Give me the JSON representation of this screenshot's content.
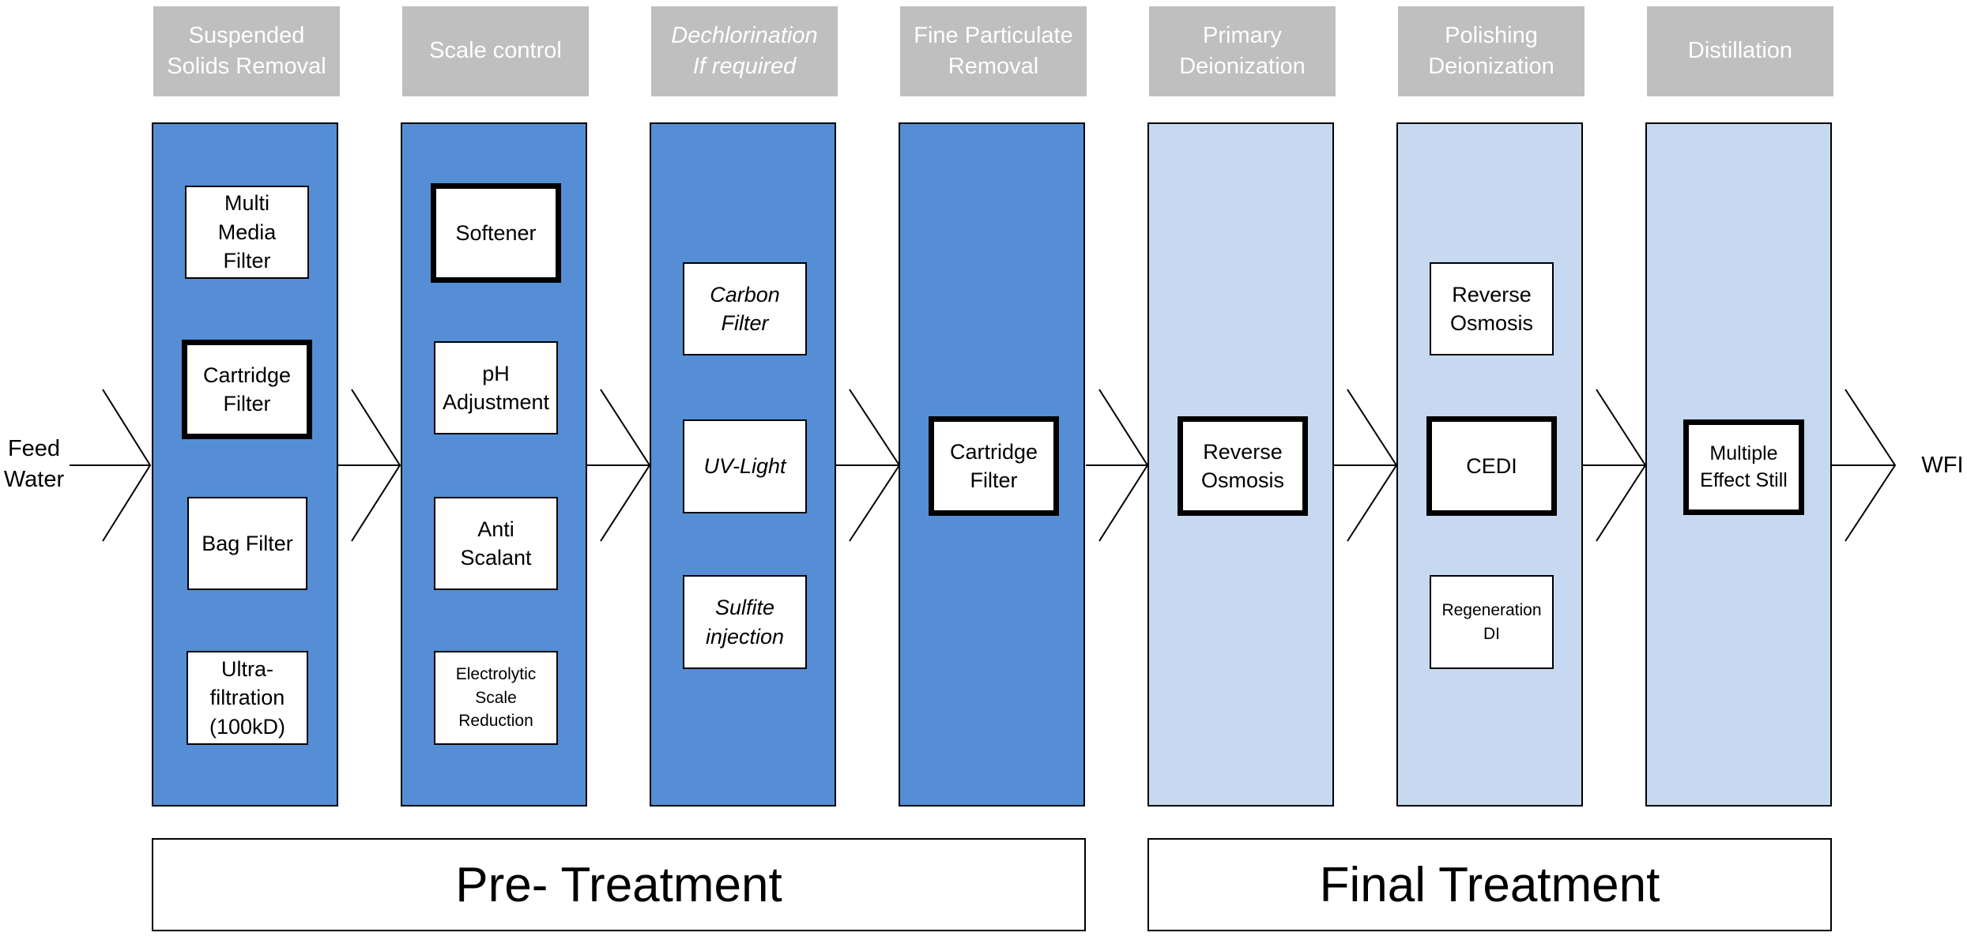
{
  "flow": {
    "input_label": "Feed\nWater",
    "output_label": "WFI"
  },
  "stages": [
    {
      "header": "Suspended\nSolids Removal",
      "units": [
        "Multi\nMedia\nFilter",
        "Cartridge\nFilter",
        "Bag Filter",
        "Ultra-\nfiltration\n(100kD)"
      ]
    },
    {
      "header": "Scale control",
      "units": [
        "Softener",
        "pH\nAdjustment",
        "Anti\nScalant",
        "Electrolytic\nScale\nReduction"
      ]
    },
    {
      "header": "Dechlorination\nIf required",
      "units": [
        "Carbon\nFilter",
        "UV-Light",
        "Sulfite\ninjection"
      ]
    },
    {
      "header": "Fine Particulate\nRemoval",
      "units": [
        "Cartridge\nFilter"
      ]
    },
    {
      "header": "Primary\nDeionization",
      "units": [
        "Reverse\nOsmosis"
      ]
    },
    {
      "header": "Polishing\nDeionization",
      "units": [
        "Reverse\nOsmosis",
        "CEDI",
        "Regeneration\nDI"
      ]
    },
    {
      "header": "Distillation",
      "units": [
        "Multiple\nEffect Still"
      ]
    }
  ],
  "phases": [
    "Pre- Treatment",
    "Final Treatment"
  ],
  "colors": {
    "pretreatment_fill": "#558ed5",
    "final_fill": "#c6d9f1",
    "header_fill": "#bfbfbf"
  }
}
